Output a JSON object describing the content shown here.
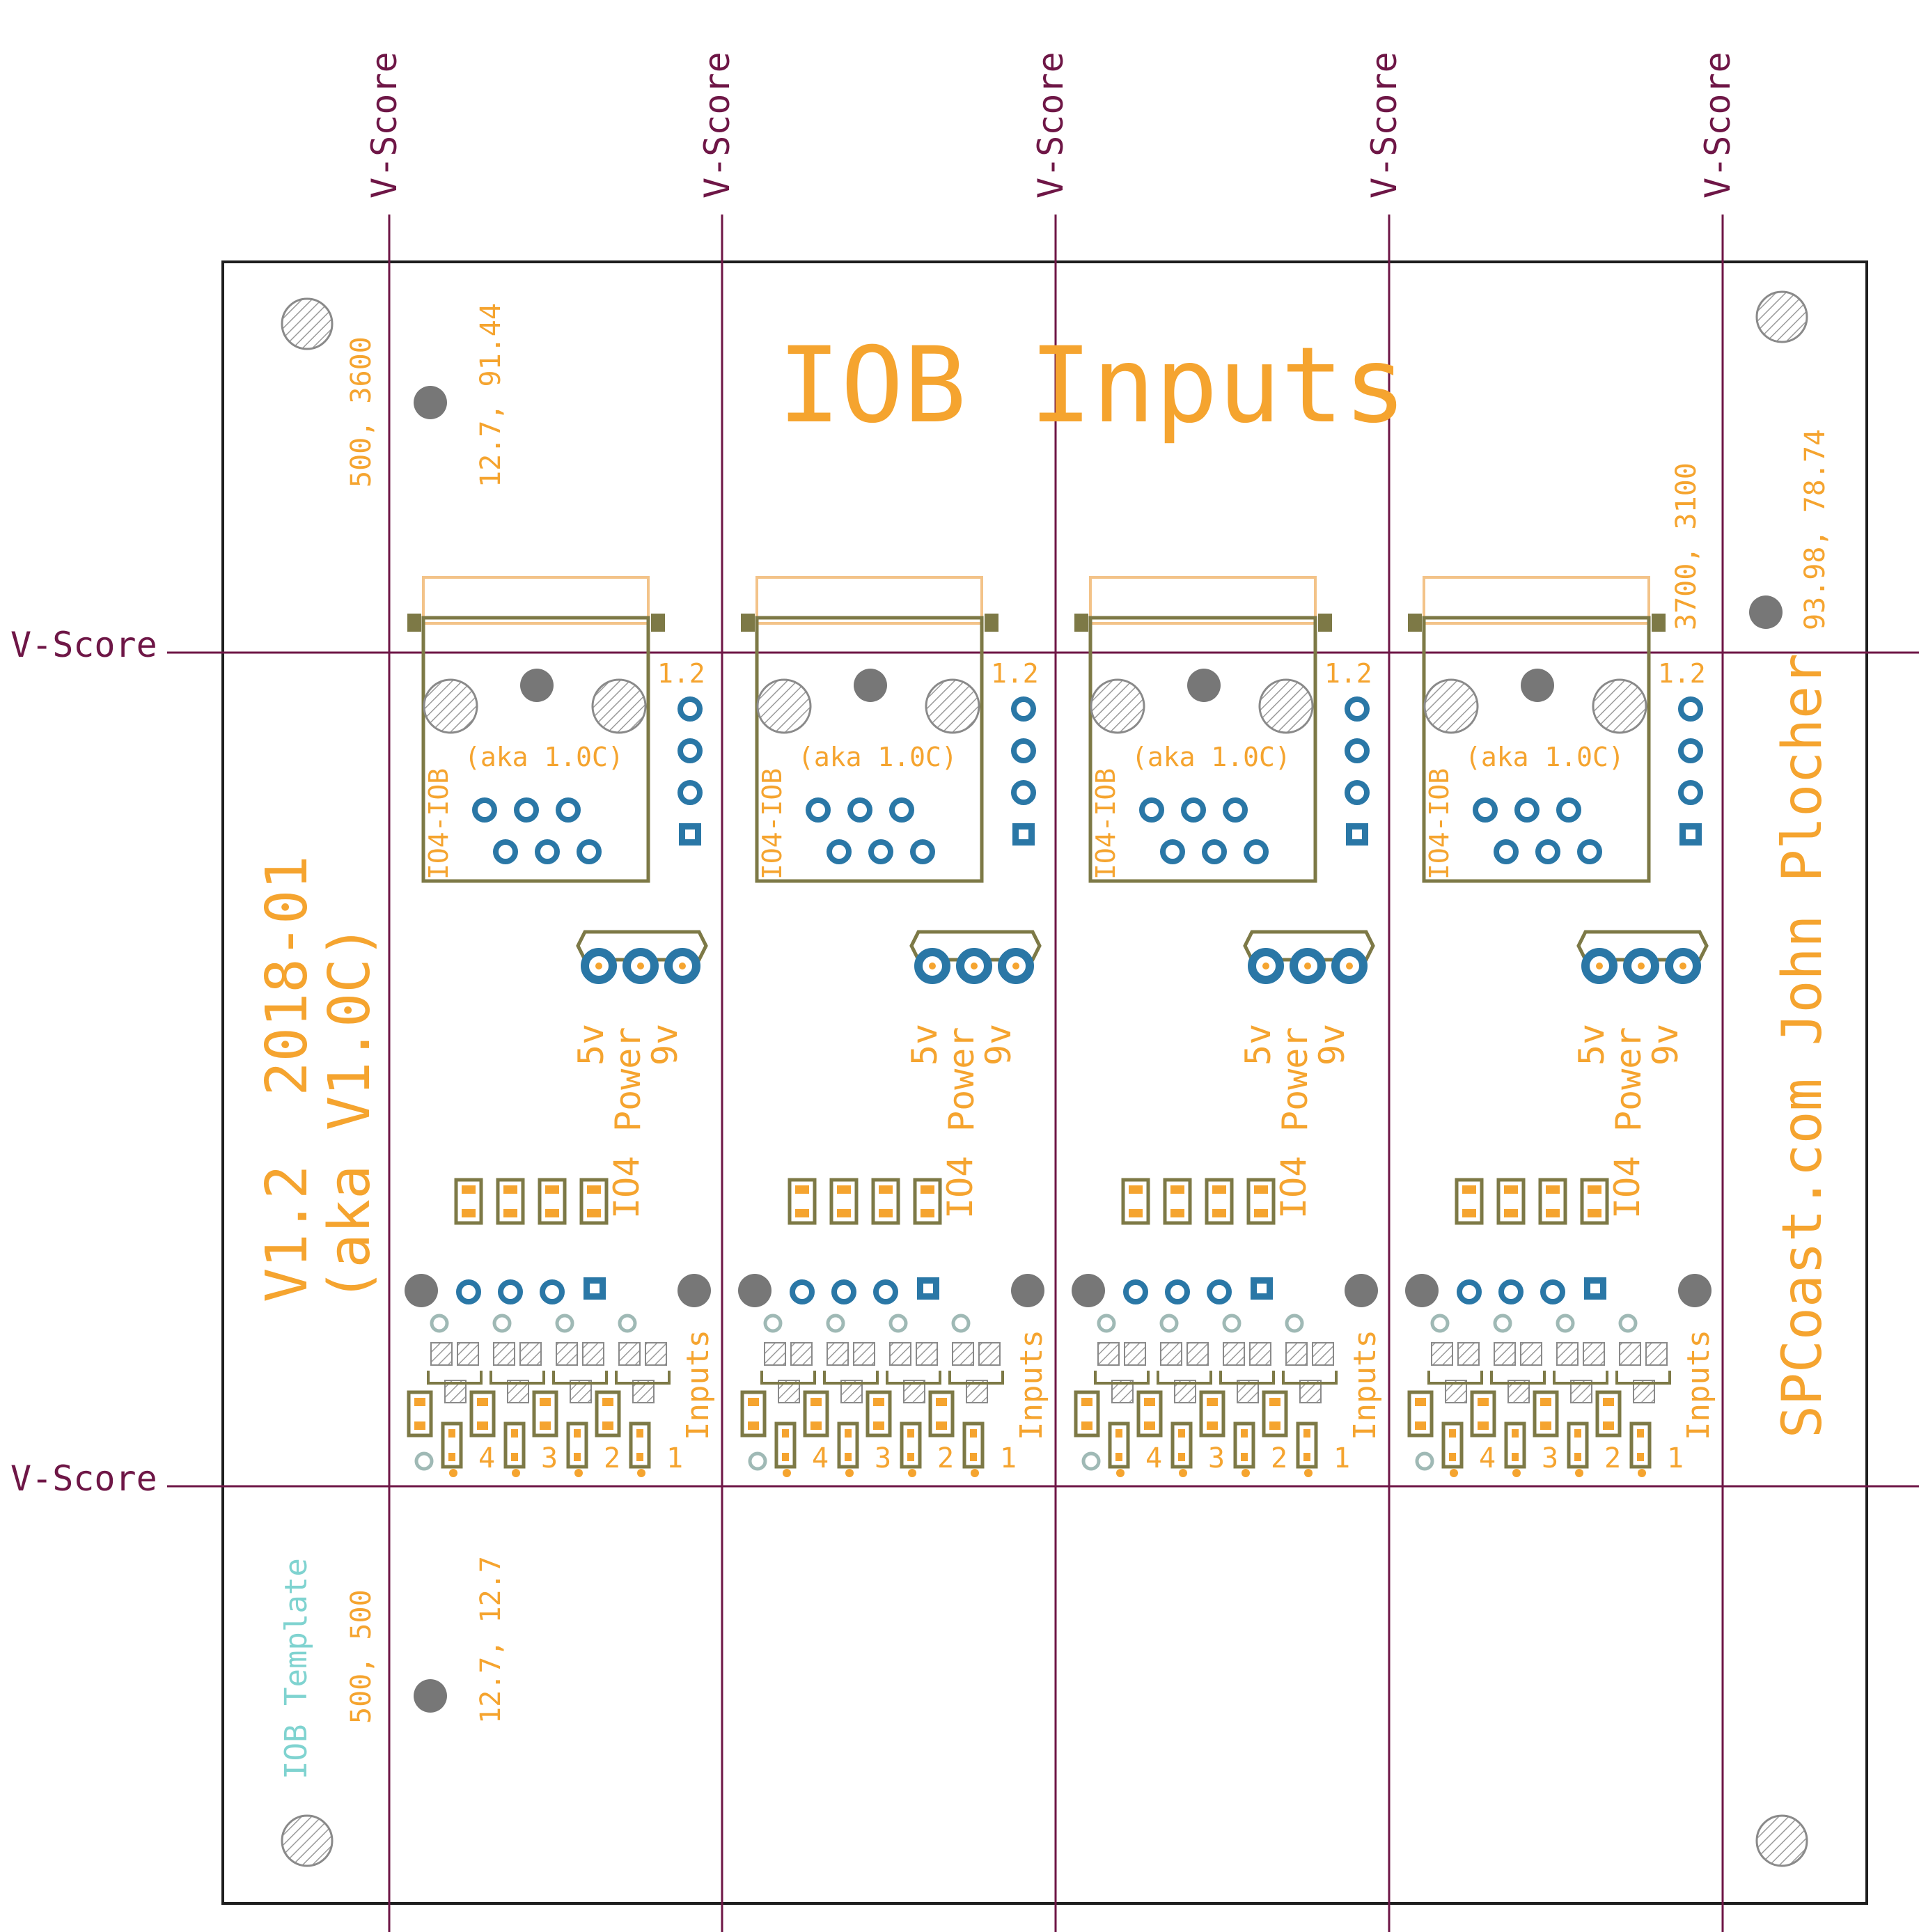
{
  "title": "IOB Inputs",
  "colors": {
    "silk": "#f5a42f",
    "vscore": "#6e1646",
    "outline": "#1e1e1e",
    "footprint": "#7d7946",
    "pad": "#2a77a6",
    "mount_hole": "#777777",
    "template_text": "#7fd3d0"
  },
  "vscore_label": "V-Score",
  "version_lines": [
    "V1.2  2018-01",
    "(aka V1.0C)"
  ],
  "author": "SPCoast.com John Plocher",
  "template_label": "IOB Template",
  "coords": {
    "top_left_mil": "500, 3600",
    "top_left_mm": "12.7, 91.44",
    "right_mil": "3700, 3100",
    "right_mm": "93.98, 78.74",
    "bottom_left_mil": "500, 500",
    "bottom_left_mm": "12.7, 12.7"
  },
  "module": {
    "connector_label": "IO4-IOB",
    "aka_label": "(aka 1.0C)",
    "header_rev": "1.2",
    "power_labels": [
      "5v",
      "Power",
      "9v"
    ],
    "io_label": "IO4",
    "inputs_label": "Inputs",
    "input_numbers": [
      "4",
      "3",
      "2",
      "1"
    ]
  },
  "module_count": 4
}
